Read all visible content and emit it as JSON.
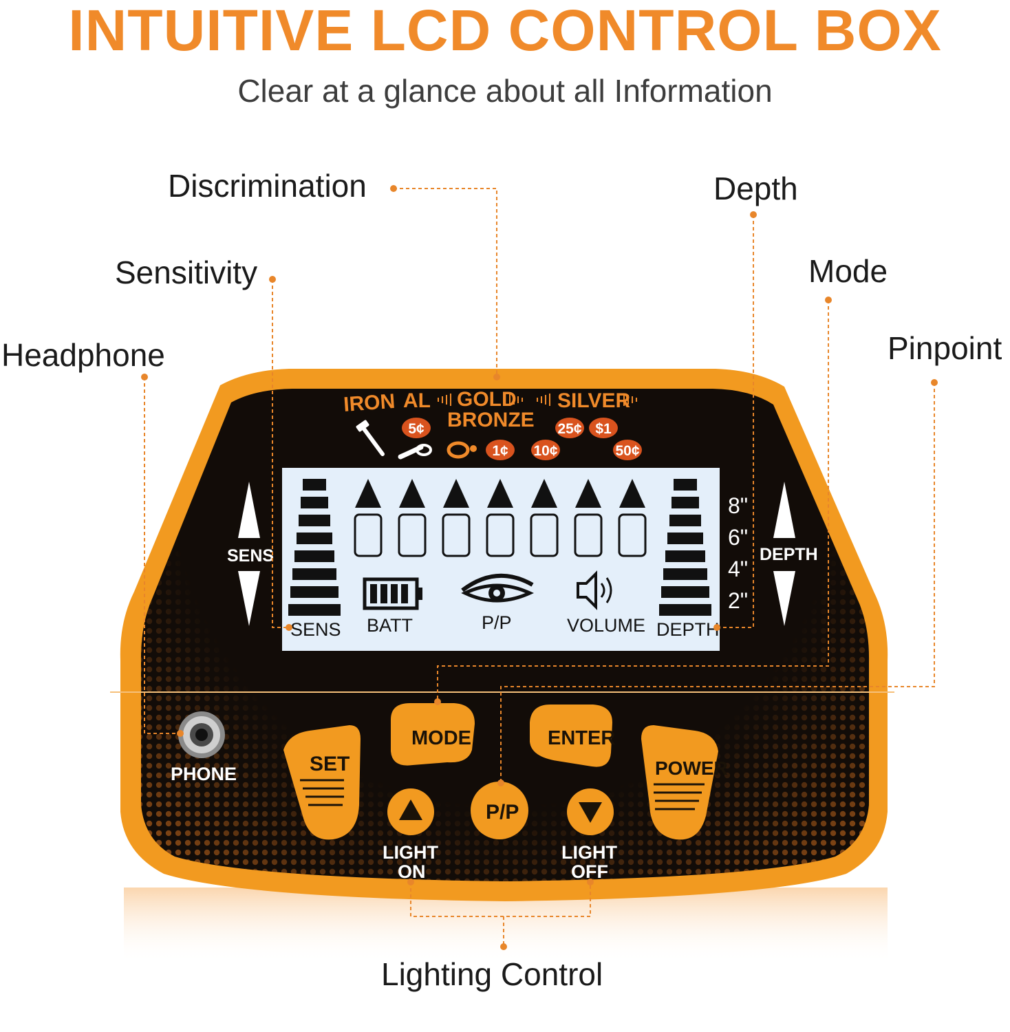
{
  "header": {
    "title": "INTUITIVE LCD CONTROL BOX",
    "subtitle": "Clear at a glance about all Information"
  },
  "callouts": {
    "discrimination": "Discrimination",
    "sensitivity": "Sensitivity",
    "headphone": "Headphone",
    "depth": "Depth",
    "mode": "Mode",
    "pinpoint": "Pinpoint",
    "lighting_control": "Lighting Control"
  },
  "metals": {
    "iron": "IRON",
    "al": "AL",
    "gold": "GOLD",
    "bronze": "BRONZE",
    "silver": "SILVER"
  },
  "coins": [
    "5¢",
    "1¢",
    "10¢",
    "25¢",
    "$1",
    "50¢"
  ],
  "lcd": {
    "sens_label": "SENS",
    "batt_label": "BATT",
    "pp_label": "P/P",
    "volume_label": "VOLUME",
    "depth_label": "DEPTH",
    "segment_count": 7
  },
  "side": {
    "sens": "SENS",
    "depth": "DEPTH",
    "depth_marks": [
      "8\"",
      "6\"",
      "4\"",
      "2\""
    ]
  },
  "buttons": {
    "set": "SET",
    "mode": "MODE",
    "enter": "ENTER",
    "power": "POWER",
    "pp": "P/P",
    "phone": "PHONE",
    "light_on_1": "LIGHT",
    "light_on_2": "ON",
    "light_off_1": "LIGHT",
    "light_off_2": "OFF"
  },
  "colors": {
    "orange": "#f08a2a",
    "shell": "#f29a20",
    "dark": "#120c08",
    "lcd": "#e4effa",
    "lead": "#e8862a"
  }
}
